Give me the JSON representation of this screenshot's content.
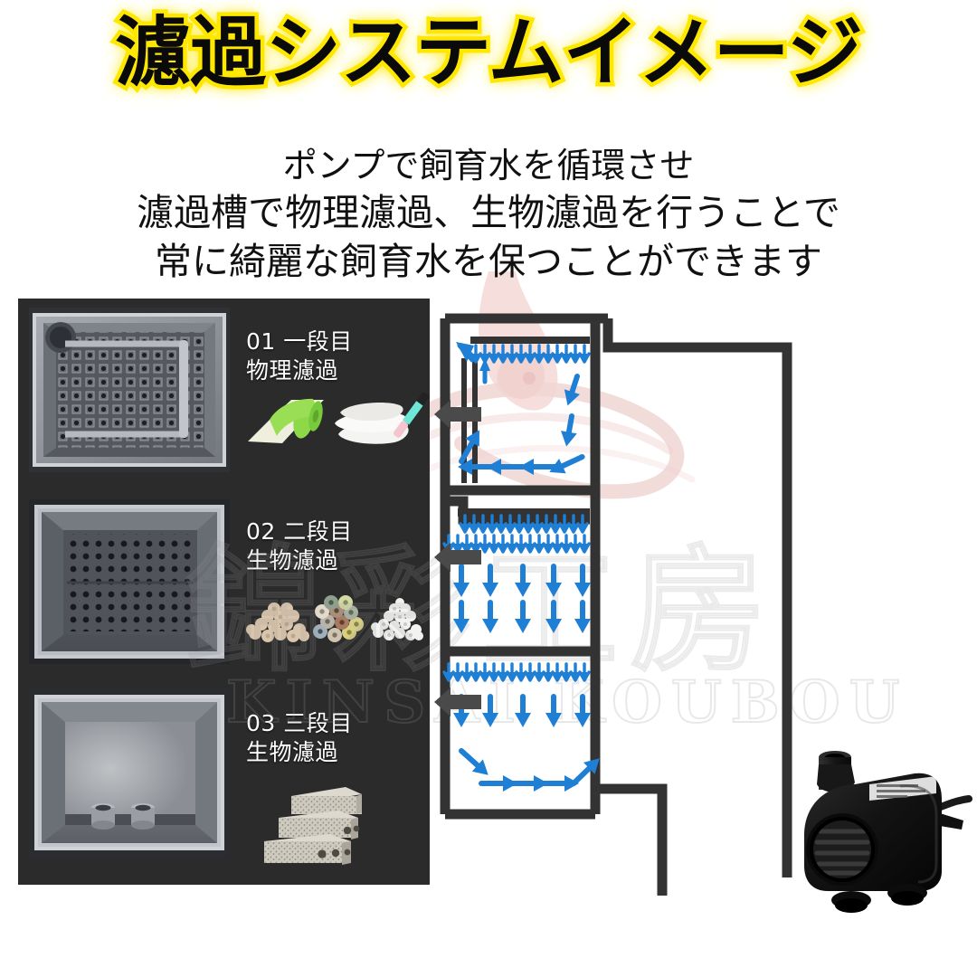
{
  "header": {
    "title": "濾過システムイメージ",
    "title_color": "#0a0a0a",
    "title_outline_color": "#ffe800"
  },
  "subtitle": {
    "line1": "ポンプで飼育水を循環させ",
    "line2": "濾過槽で物理濾過、生物濾過を行うことで",
    "line3": "常に綺麗な飼育水を保つことができます"
  },
  "watermark": {
    "jp": "錦彩工房",
    "en": "KINSAI KOUBOU",
    "koi_color": "#e8b3ae"
  },
  "panel": {
    "background": "#2b2b2b",
    "stages": [
      {
        "number": "01",
        "tier": "一段目",
        "process": "物理濾過",
        "label": "01 一段目\n物理濾過",
        "tray_type": "perforated-plate-with-pipe-frame",
        "media_name": "filter-mat-wool-brush"
      },
      {
        "number": "02",
        "tier": "二段目",
        "process": "生物濾過",
        "label": "02 二段目\n生物濾過",
        "tray_type": "perforated-bottom-tray",
        "media_name": "bio-balls-ceramic-rings"
      },
      {
        "number": "03",
        "tier": "三段目",
        "process": "生物濾過",
        "label": "03 三段目\n生物濾過",
        "tray_type": "smooth-tray-with-outlets",
        "media_name": "porous-filter-bricks"
      }
    ]
  },
  "diagram": {
    "flow_arrow_color": "#1f7fd4",
    "frame_color": "#333333",
    "chambers": [
      {
        "name": "chamber-1-physical",
        "flow": "down-then-left-up"
      },
      {
        "name": "chamber-2-biological",
        "flow": "down"
      },
      {
        "name": "chamber-3-biological",
        "flow": "down-then-right-up"
      }
    ],
    "transfer_arrow_color": "#4a4a4a",
    "transfer_arrows": 3
  },
  "pump": {
    "name": "submersible-water-pump",
    "body_color": "#121212"
  }
}
